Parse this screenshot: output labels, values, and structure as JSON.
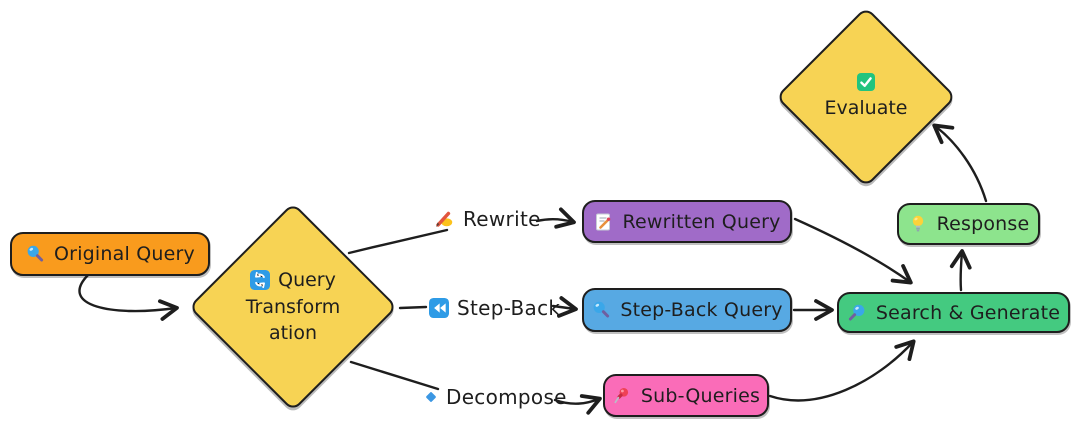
{
  "colors": {
    "stroke": "#1e1e1e",
    "orange": "#f99b1d",
    "yellow": "#f7d354",
    "purple": "#a06bc8",
    "blue": "#57a9e3",
    "pink": "#fa6cb8",
    "green": "#44ca80",
    "light_green": "#8de48d"
  },
  "nodes": {
    "original_query": {
      "label": "Original Query",
      "icon": "search-icon",
      "shape": "rounded-rect",
      "color": "#f99b1d"
    },
    "query_transformation": {
      "lines": [
        "Query",
        "Transform",
        "ation"
      ],
      "icon": "counterclockwise-arrows-icon",
      "shape": "diamond",
      "color": "#f7d354"
    },
    "rewritten_query": {
      "label": "Rewritten Query",
      "icon": "memo-icon",
      "shape": "rounded-rect",
      "color": "#a06bc8"
    },
    "step_back_query": {
      "label": "Step-Back Query",
      "icon": "search-icon",
      "shape": "rounded-rect",
      "color": "#57a9e3"
    },
    "sub_queries": {
      "label": "Sub-Queries",
      "icon": "pushpin-icon",
      "shape": "rounded-rect",
      "color": "#fa6cb8"
    },
    "search_generate": {
      "label": "Search & Generate",
      "icon": "magnifier-icon",
      "shape": "rounded-rect",
      "color": "#44ca80"
    },
    "response": {
      "label": "Response",
      "icon": "light-bulb-icon",
      "shape": "rounded-rect",
      "color": "#8de48d"
    },
    "evaluate": {
      "label": "Evaluate",
      "icon": "check-mark-icon",
      "shape": "diamond",
      "color": "#f7d354"
    }
  },
  "branch_labels": {
    "rewrite": {
      "label": "Rewrite",
      "icon": "writing-hand-icon"
    },
    "step_back": {
      "label": "Step-Back",
      "icon": "rewind-icon"
    },
    "decompose": {
      "label": "Decompose",
      "icon": "small-blue-diamond-icon"
    }
  },
  "edges": [
    {
      "from": "original_query",
      "to": "query_transformation"
    },
    {
      "from": "query_transformation",
      "to": "rewrite_label"
    },
    {
      "from": "rewrite_label",
      "to": "rewritten_query"
    },
    {
      "from": "query_transformation",
      "to": "step_back_label"
    },
    {
      "from": "step_back_label",
      "to": "step_back_query"
    },
    {
      "from": "query_transformation",
      "to": "decompose_label"
    },
    {
      "from": "decompose_label",
      "to": "sub_queries"
    },
    {
      "from": "rewritten_query",
      "to": "search_generate"
    },
    {
      "from": "step_back_query",
      "to": "search_generate"
    },
    {
      "from": "sub_queries",
      "to": "search_generate"
    },
    {
      "from": "search_generate",
      "to": "response"
    },
    {
      "from": "response",
      "to": "evaluate"
    }
  ]
}
